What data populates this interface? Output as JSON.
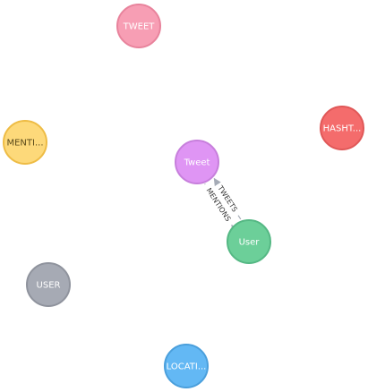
{
  "graph": {
    "nodes": [
      {
        "id": "n-tweet-upper",
        "label": "TWEET",
        "fill": "#f79eb4",
        "stroke": "#e8839c",
        "text_color": "#ffffff"
      },
      {
        "id": "n-hashtag",
        "label": "HASHT...",
        "fill": "#f46c6c",
        "stroke": "#e05858",
        "text_color": "#ffffff"
      },
      {
        "id": "n-mentions",
        "label": "MENTI...",
        "fill": "#fdd97a",
        "stroke": "#eebc45",
        "text_color": "#5a4a1a"
      },
      {
        "id": "n-tweet",
        "label": "Tweet",
        "fill": "#df95f4",
        "stroke": "#c77fdc",
        "text_color": "#ffffff"
      },
      {
        "id": "n-user",
        "label": "User",
        "fill": "#6ccf99",
        "stroke": "#55b884",
        "text_color": "#ffffff"
      },
      {
        "id": "n-user-upper",
        "label": "USER",
        "fill": "#a6aab4",
        "stroke": "#8f939d",
        "text_color": "#ffffff"
      },
      {
        "id": "n-location",
        "label": "LOCATI...",
        "fill": "#63b8f4",
        "stroke": "#4a9fdc",
        "text_color": "#ffffff"
      }
    ],
    "relationships": [
      {
        "id": "r-mentions",
        "label": "MENTIONS",
        "from": "n-tweet",
        "to": "n-user"
      },
      {
        "id": "r-tweets",
        "label": "TWEETS",
        "from": "n-user",
        "to": "n-tweet"
      }
    ],
    "edge_color": "#a5abb6"
  }
}
